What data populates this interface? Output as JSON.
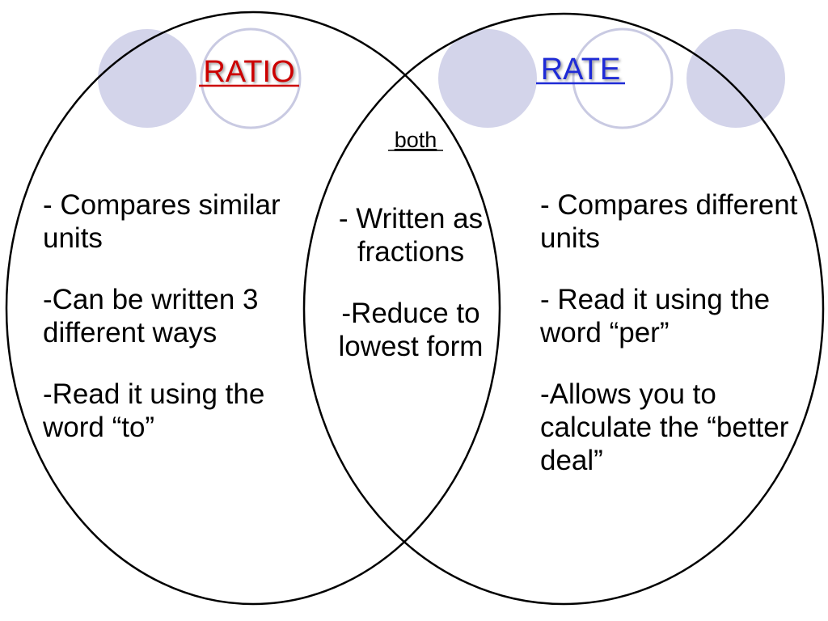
{
  "colors": {
    "decor_fill": "#d3d4ea",
    "decor_stroke": "#c9cae2",
    "outline": "#000000",
    "ratio_title": "#cc0000",
    "rate_title": "#1f2bd6"
  },
  "ratio": {
    "title": "RATIO",
    "items": [
      "- Compares similar units",
      "-Can be written 3 different ways",
      "-Read it using the word “to”"
    ]
  },
  "rate": {
    "title": "RATE",
    "items": [
      "- Compares different units",
      "-  Read it using the word “per”",
      "-Allows you to calculate the “better deal”"
    ]
  },
  "both": {
    "title": "both",
    "items": [
      "- Written as fractions",
      "-Reduce to lowest form"
    ]
  }
}
